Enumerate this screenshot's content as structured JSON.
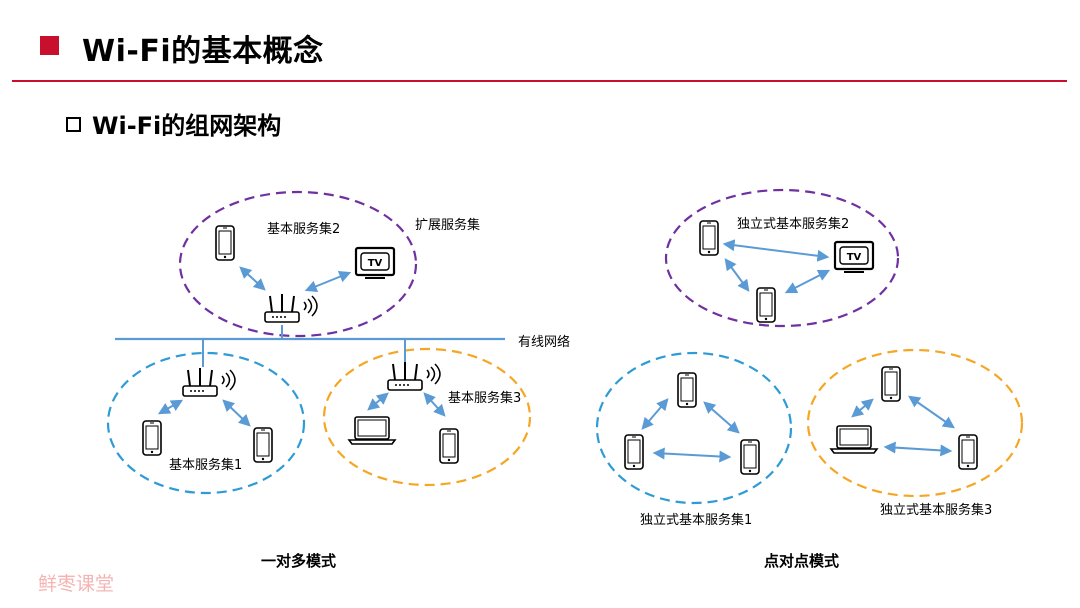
{
  "header": {
    "title": "Wi-Fi的基本概念",
    "subtitle": "Wi-Fi的组网架构"
  },
  "left_diagram": {
    "ess_label": "扩展服务集",
    "bss2_label": "基本服务集2",
    "bss1_label": "基本服务集1",
    "bss3_label": "基本服务集3",
    "wired_label": "有线网络",
    "tv_text": "TV",
    "mode_label": "一对多模式"
  },
  "right_diagram": {
    "ibss1_label": "独立式基本服务集1",
    "ibss2_label": "独立式基本服务集2",
    "ibss3_label": "独立式基本服务集3",
    "tv_text": "TV",
    "mode_label": "点对点模式"
  },
  "watermark": "鲜枣课堂",
  "colors": {
    "accent_red": "#c8102e",
    "purple": "#7030a0",
    "blue_dashed": "#2e9bd6",
    "orange": "#f5a623",
    "arrow_blue": "#5b9bd5"
  }
}
